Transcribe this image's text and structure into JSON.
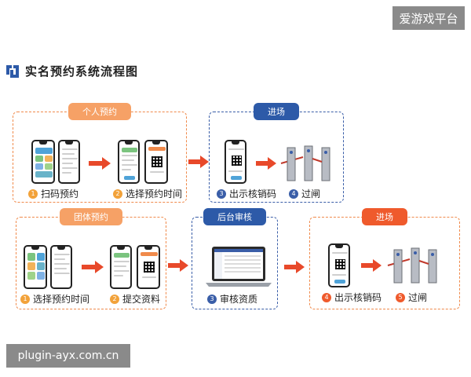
{
  "watermark_top": "爱游戏平台",
  "watermark_bottom": "plugin-ayx.com.cn",
  "title": "实名预约系统流程图",
  "boxes": {
    "personal": "个人预约",
    "enter1": "进场",
    "group": "团体预约",
    "review": "后台审核",
    "enter2": "进场"
  },
  "steps": {
    "p1": {
      "num": "1",
      "label": "扫码预约"
    },
    "p2": {
      "num": "2",
      "label": "选择预约时间"
    },
    "e1": {
      "num": "3",
      "label": "出示核销码"
    },
    "e2": {
      "num": "4",
      "label": "过闸"
    },
    "g1": {
      "num": "1",
      "label": "选择预约时间"
    },
    "g2": {
      "num": "2",
      "label": "提交资料"
    },
    "r1": {
      "num": "3",
      "label": "审核资质"
    },
    "x1": {
      "num": "4",
      "label": "出示核销码"
    },
    "x2": {
      "num": "5",
      "label": "过闸"
    }
  },
  "colors": {
    "orange_border": "#f08a4b",
    "blue_border": "#3a5ea8",
    "arrow": "#e8492a",
    "tag_blue": "#2d5aa8"
  }
}
